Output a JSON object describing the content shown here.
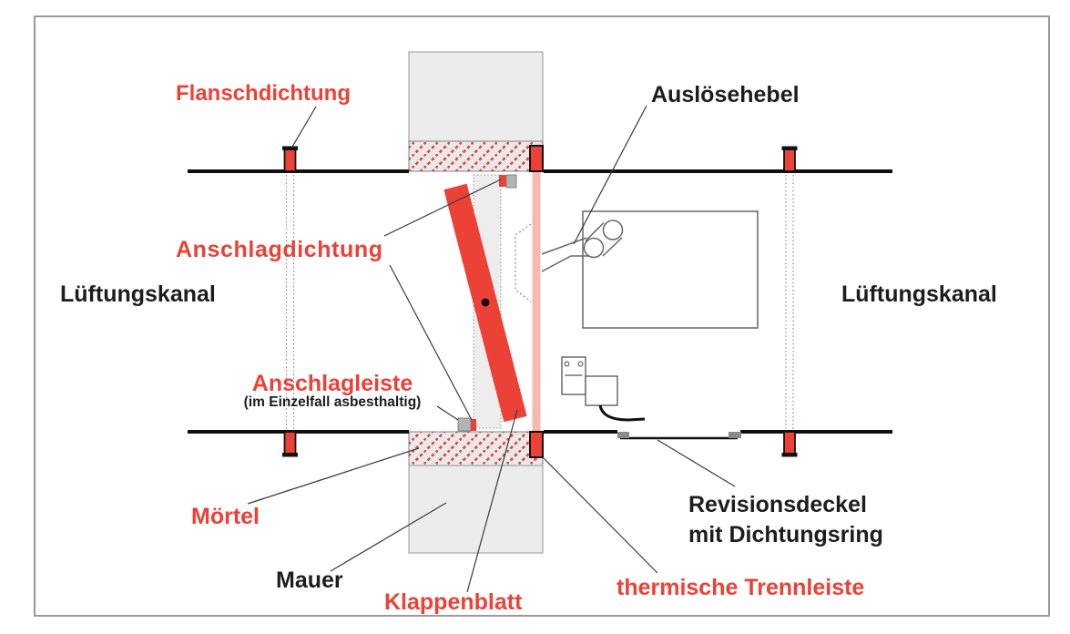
{
  "title": "Brandschutzklappe Schnittzeichnung",
  "colors": {
    "red": "#ec4137",
    "pink": "#f7b9b6",
    "wall": "#ececec",
    "ink": "#1d1d1d",
    "leader": "#3a3a3a",
    "frame": "#9a9a9a"
  },
  "labels": {
    "flanschdichtung": "Flanschdichtung",
    "ausloesehebel": "Auslösehebel",
    "anschlagdichtung": "Anschlagdichtung",
    "lueftungskanal_left": "Lüftungskanal",
    "lueftungskanal_right": "Lüftungskanal",
    "anschlagleiste": "Anschlagleiste",
    "anschlagleiste_note": "(im Einzelfall asbesthaltig)",
    "moertel": "Mörtel",
    "mauer": "Mauer",
    "klappenblatt": "Klappenblatt",
    "thermische_trennleiste": "thermische Trennleiste",
    "revisionsdeckel_line1": "Revisionsdeckel",
    "revisionsdeckel_line2": "mit Dichtungsring"
  }
}
